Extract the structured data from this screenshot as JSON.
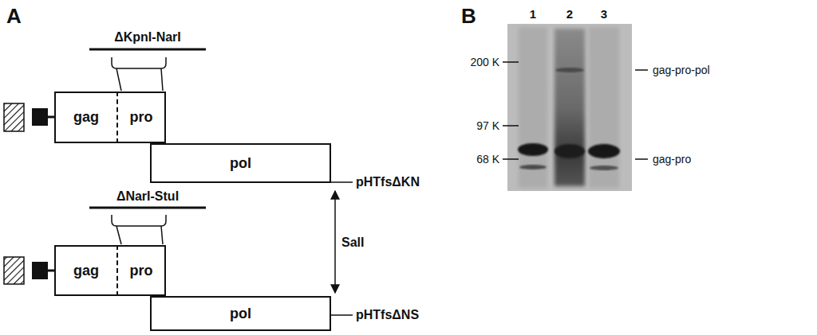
{
  "diagram": {
    "nodes": [
      {
        "text": [
          "gag"
        ]
      },
      {
        "text": [
          "pro"
        ]
      },
      {
        "text": [
          "pol"
        ]
      },
      {
        "text": [
          "gag"
        ]
      },
      {
        "text": [
          "pro"
        ]
      },
      {
        "text": [
          "pol"
        ]
      }
    ],
    "labels": [
      "A",
      "ΔKpnI-NarI",
      "pHTfsΔKN",
      "SalI",
      "ΔNarI-StuI",
      "pHTfsΔNS",
      "B",
      "1",
      "2",
      "3",
      "200 K",
      "97 K",
      "68 K",
      "gag-pro-pol",
      "gag-pro"
    ]
  }
}
